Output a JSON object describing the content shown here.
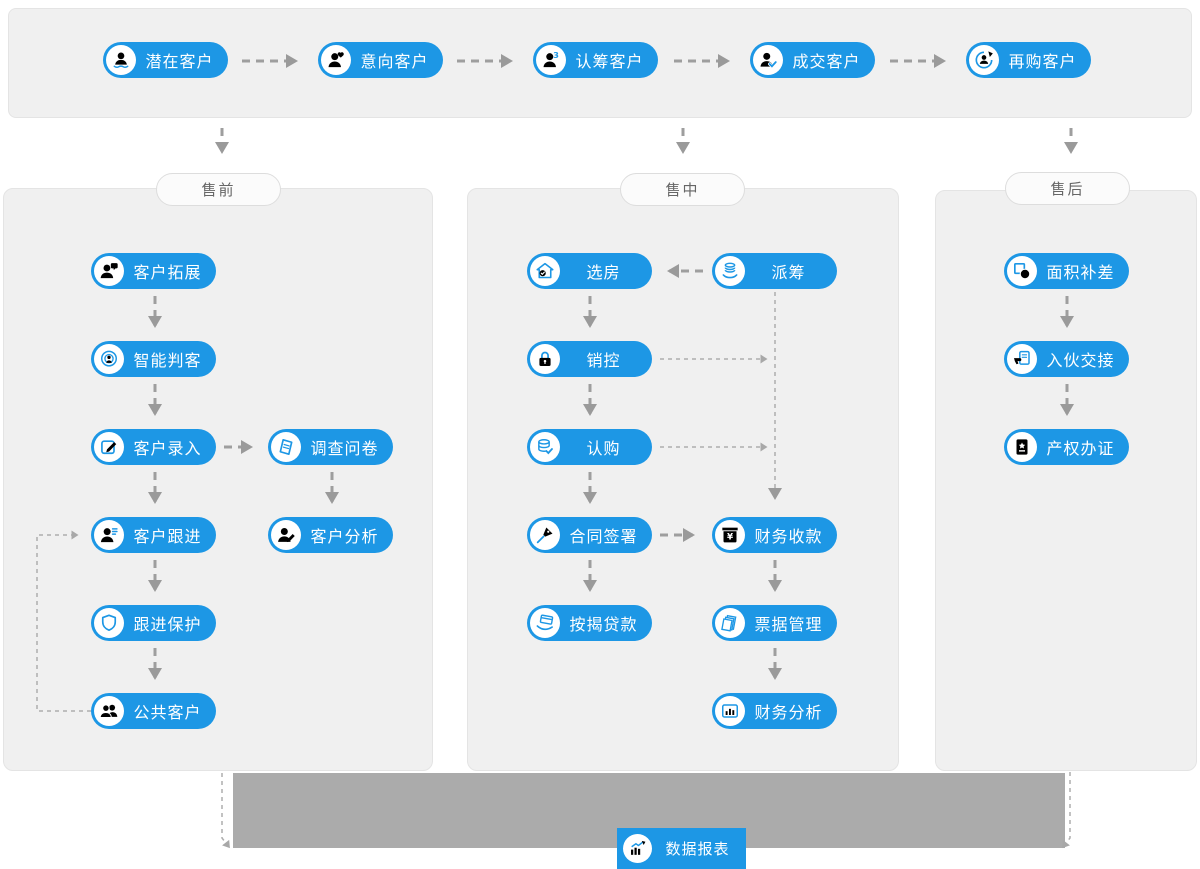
{
  "palette": {
    "accent_blue": "#1d97e5",
    "panel_bg": "#f0f0f0",
    "panel_border": "#e4e4e4",
    "arrow_gray": "#9e9e9e",
    "bottom_bar_gray": "#ababab",
    "tab_text": "#666666",
    "pill_text": "#ffffff"
  },
  "top_flow": {
    "items": [
      {
        "label": "潜在客户",
        "icon": "person-wave-icon"
      },
      {
        "label": "意向客户",
        "icon": "person-heart-icon"
      },
      {
        "label": "认筹客户",
        "icon": "person-3-icon"
      },
      {
        "label": "成交客户",
        "icon": "person-check-icon"
      },
      {
        "label": "再购客户",
        "icon": "person-refresh-icon"
      }
    ]
  },
  "sections": [
    {
      "tab": "售前",
      "nodes": [
        {
          "label": "客户拓展",
          "icon": "person-chat-icon"
        },
        {
          "label": "智能判客",
          "icon": "target-person-icon"
        },
        {
          "label": "客户录入",
          "icon": "edit-square-icon"
        },
        {
          "label": "调查问卷",
          "icon": "document-icon"
        },
        {
          "label": "客户跟进",
          "icon": "person-list-icon"
        },
        {
          "label": "客户分析",
          "icon": "person-pencil-icon"
        },
        {
          "label": "跟进保护",
          "icon": "shield-icon"
        },
        {
          "label": "公共客户",
          "icon": "people-icon"
        }
      ]
    },
    {
      "tab": "售中",
      "nodes": [
        {
          "label": "选房",
          "icon": "house-check-icon"
        },
        {
          "label": "派筹",
          "icon": "coins-hand-icon"
        },
        {
          "label": "销控",
          "icon": "lock-icon"
        },
        {
          "label": "认购",
          "icon": "database-check-icon"
        },
        {
          "label": "合同签署",
          "icon": "pen-nib-icon"
        },
        {
          "label": "财务收款",
          "icon": "yen-box-icon"
        },
        {
          "label": "按揭贷款",
          "icon": "card-hand-icon"
        },
        {
          "label": "票据管理",
          "icon": "sheets-icon"
        },
        {
          "label": "财务分析",
          "icon": "chart-frame-icon"
        }
      ]
    },
    {
      "tab": "售后",
      "nodes": [
        {
          "label": "面积补差",
          "icon": "area-shapes-icon"
        },
        {
          "label": "入伙交接",
          "icon": "doc-hand-icon"
        },
        {
          "label": "产权办证",
          "icon": "certificate-star-icon"
        }
      ]
    }
  ],
  "footer": {
    "report_label": "数据报表",
    "report_icon": "chart-up-icon"
  }
}
